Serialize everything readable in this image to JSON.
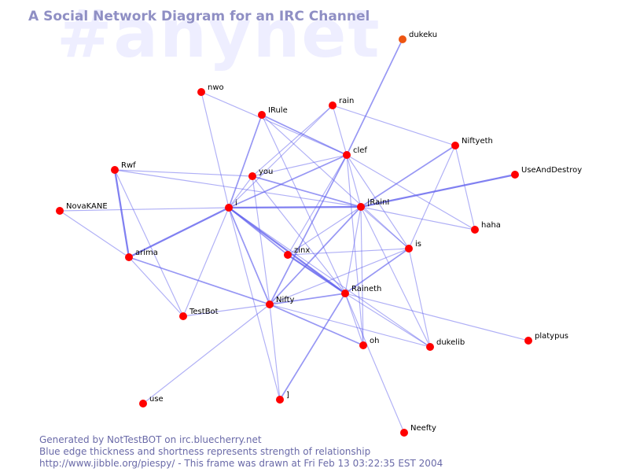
{
  "watermark": "#anynet",
  "title": "A Social Network Diagram for an IRC Channel",
  "footer": {
    "line1": "Generated by NotTestBOT on irc.bluecherry.net",
    "line2": "Blue edge thickness and shortness represents strength of relationship",
    "line3": "http://www.jibble.org/piespy/ - This frame was drawn at Fri Feb 13 03:22:35 EST 2004"
  },
  "colors": {
    "node": "#ff0000",
    "node_highlight": "#ee5511",
    "edge": "#6060ee",
    "title": "#8f8fc4",
    "footer": "#6a6aa8",
    "watermark": "#eeeeff"
  },
  "nodes": [
    {
      "id": "dukeku",
      "label": "dukeku",
      "highlight": true
    },
    {
      "id": "nwo",
      "label": "nwo"
    },
    {
      "id": "IRule",
      "label": "IRule"
    },
    {
      "id": "rain",
      "label": "rain"
    },
    {
      "id": "clef",
      "label": "clef"
    },
    {
      "id": "Niftyeth",
      "label": "Niftyeth"
    },
    {
      "id": "Rwf",
      "label": "Rwf"
    },
    {
      "id": "you",
      "label": "you"
    },
    {
      "id": "UseAndDestroy",
      "label": "UseAndDestroy"
    },
    {
      "id": "i",
      "label": "i"
    },
    {
      "id": "IRainI",
      "label": "|RainI"
    },
    {
      "id": "NovaKANE",
      "label": "NovaKANE"
    },
    {
      "id": "haha",
      "label": "haha"
    },
    {
      "id": "arima",
      "label": "arima"
    },
    {
      "id": "zinx",
      "label": "zinx"
    },
    {
      "id": "is",
      "label": "is"
    },
    {
      "id": "Raineth",
      "label": "Raineth"
    },
    {
      "id": "Nifty",
      "label": "Nifty"
    },
    {
      "id": "TestBot",
      "label": "TestBot"
    },
    {
      "id": "oh",
      "label": "oh"
    },
    {
      "id": "dukelib",
      "label": "dukelib"
    },
    {
      "id": "platypus",
      "label": "platypus"
    },
    {
      "id": "use",
      "label": "use"
    },
    {
      "id": "bracket",
      "label": "]"
    },
    {
      "id": "Neefty",
      "label": "Neefty"
    }
  ],
  "edges": [
    {
      "source": "dukeku",
      "target": "clef",
      "weight": 2
    },
    {
      "source": "nwo",
      "target": "clef",
      "weight": 1
    },
    {
      "source": "nwo",
      "target": "i",
      "weight": 1
    },
    {
      "source": "IRule",
      "target": "i",
      "weight": 2
    },
    {
      "source": "IRule",
      "target": "clef",
      "weight": 2
    },
    {
      "source": "IRule",
      "target": "is",
      "weight": 1
    },
    {
      "source": "IRule",
      "target": "Raineth",
      "weight": 1
    },
    {
      "source": "rain",
      "target": "clef",
      "weight": 1
    },
    {
      "source": "rain",
      "target": "Niftyeth",
      "weight": 1
    },
    {
      "source": "rain",
      "target": "you",
      "weight": 1
    },
    {
      "source": "rain",
      "target": "i",
      "weight": 1
    },
    {
      "source": "clef",
      "target": "i",
      "weight": 2
    },
    {
      "source": "clef",
      "target": "you",
      "weight": 1
    },
    {
      "source": "clef",
      "target": "IRainI",
      "weight": 1
    },
    {
      "source": "clef",
      "target": "is",
      "weight": 1
    },
    {
      "source": "clef",
      "target": "haha",
      "weight": 1
    },
    {
      "source": "clef",
      "target": "Nifty",
      "weight": 2
    },
    {
      "source": "clef",
      "target": "oh",
      "weight": 1
    },
    {
      "source": "clef",
      "target": "zinx",
      "weight": 1
    },
    {
      "source": "Niftyeth",
      "target": "IRainI",
      "weight": 2
    },
    {
      "source": "Niftyeth",
      "target": "haha",
      "weight": 1
    },
    {
      "source": "Niftyeth",
      "target": "is",
      "weight": 1
    },
    {
      "source": "Rwf",
      "target": "you",
      "weight": 1
    },
    {
      "source": "Rwf",
      "target": "arima",
      "weight": 3
    },
    {
      "source": "Rwf",
      "target": "IRainI",
      "weight": 1
    },
    {
      "source": "Rwf",
      "target": "TestBot",
      "weight": 1
    },
    {
      "source": "you",
      "target": "IRainI",
      "weight": 2
    },
    {
      "source": "you",
      "target": "i",
      "weight": 1
    },
    {
      "source": "you",
      "target": "Raineth",
      "weight": 1
    },
    {
      "source": "you",
      "target": "Nifty",
      "weight": 1
    },
    {
      "source": "UseAndDestroy",
      "target": "IRainI",
      "weight": 3
    },
    {
      "source": "i",
      "target": "IRainI",
      "weight": 3
    },
    {
      "source": "i",
      "target": "NovaKANE",
      "weight": 1
    },
    {
      "source": "i",
      "target": "arima",
      "weight": 3
    },
    {
      "source": "i",
      "target": "Raineth",
      "weight": 3
    },
    {
      "source": "i",
      "target": "Nifty",
      "weight": 2
    },
    {
      "source": "i",
      "target": "zinx",
      "weight": 2
    },
    {
      "source": "i",
      "target": "TestBot",
      "weight": 1
    },
    {
      "source": "i",
      "target": "bracket",
      "weight": 1
    },
    {
      "source": "i",
      "target": "dukelib",
      "weight": 1
    },
    {
      "source": "IRainI",
      "target": "Nifty",
      "weight": 2
    },
    {
      "source": "IRainI",
      "target": "is",
      "weight": 1
    },
    {
      "source": "IRainI",
      "target": "haha",
      "weight": 1
    },
    {
      "source": "IRainI",
      "target": "zinx",
      "weight": 1
    },
    {
      "source": "IRainI",
      "target": "Raineth",
      "weight": 1
    },
    {
      "source": "IRainI",
      "target": "oh",
      "weight": 1
    },
    {
      "source": "IRainI",
      "target": "dukelib",
      "weight": 1
    },
    {
      "source": "NovaKANE",
      "target": "arima",
      "weight": 1
    },
    {
      "source": "arima",
      "target": "Nifty",
      "weight": 2
    },
    {
      "source": "arima",
      "target": "TestBot",
      "weight": 1
    },
    {
      "source": "zinx",
      "target": "is",
      "weight": 1
    },
    {
      "source": "zinx",
      "target": "Raineth",
      "weight": 3
    },
    {
      "source": "is",
      "target": "Nifty",
      "weight": 1
    },
    {
      "source": "is",
      "target": "Raineth",
      "weight": 2
    },
    {
      "source": "is",
      "target": "dukelib",
      "weight": 1
    },
    {
      "source": "Raineth",
      "target": "Nifty",
      "weight": 2
    },
    {
      "source": "Raineth",
      "target": "oh",
      "weight": 1
    },
    {
      "source": "Raineth",
      "target": "dukelib",
      "weight": 1
    },
    {
      "source": "Raineth",
      "target": "platypus",
      "weight": 1
    },
    {
      "source": "Raineth",
      "target": "Neefty",
      "weight": 1
    },
    {
      "source": "Raineth",
      "target": "bracket",
      "weight": 2
    },
    {
      "source": "Nifty",
      "target": "TestBot",
      "weight": 1
    },
    {
      "source": "Nifty",
      "target": "oh",
      "weight": 2
    },
    {
      "source": "Nifty",
      "target": "dukelib",
      "weight": 1
    },
    {
      "source": "Nifty",
      "target": "use",
      "weight": 1
    },
    {
      "source": "Nifty",
      "target": "bracket",
      "weight": 1
    }
  ]
}
